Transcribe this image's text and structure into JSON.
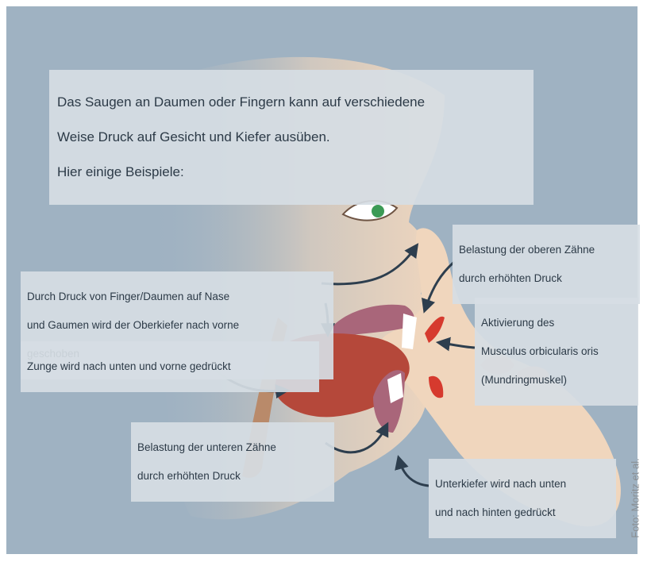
{
  "intro": {
    "line1": "Das Saugen an Daumen oder Fingern kann auf verschiedene",
    "line2": "Weise Druck auf Gesicht und Kiefer ausüben.",
    "line3": "Hier einige Beispiele:"
  },
  "labels": {
    "nose_palate": {
      "line1": "Durch Druck von Finger/Daumen auf Nase",
      "line2": "und Gaumen wird der Oberkiefer nach vorne",
      "line3": "geschoben"
    },
    "tongue": "Zunge wird nach unten und vorne gedrückt",
    "upper_teeth": {
      "line1": "Belastung der oberen Zähne",
      "line2": "durch erhöhten Druck"
    },
    "orbicularis": {
      "line1": "Aktivierung des",
      "line2": "Musculus orbicularis oris",
      "line3": "(Mundringmuskel)"
    },
    "lower_teeth": {
      "line1": "Belastung der unteren Zähne",
      "line2": "durch erhöhten Druck"
    },
    "lower_jaw": {
      "line1": "Unterkiefer wird nach unten",
      "line2": "und nach hinten gedrückt"
    }
  },
  "credit": "Foto: Moritz et al.",
  "colors": {
    "background": "#9fb2c2",
    "skin": "#f0d6bd",
    "tongue": "#b5483a",
    "gum": "#a9667a",
    "lip": "#d63a2e",
    "arrow": "#2d3e4e",
    "iris": "#3b9a55"
  }
}
